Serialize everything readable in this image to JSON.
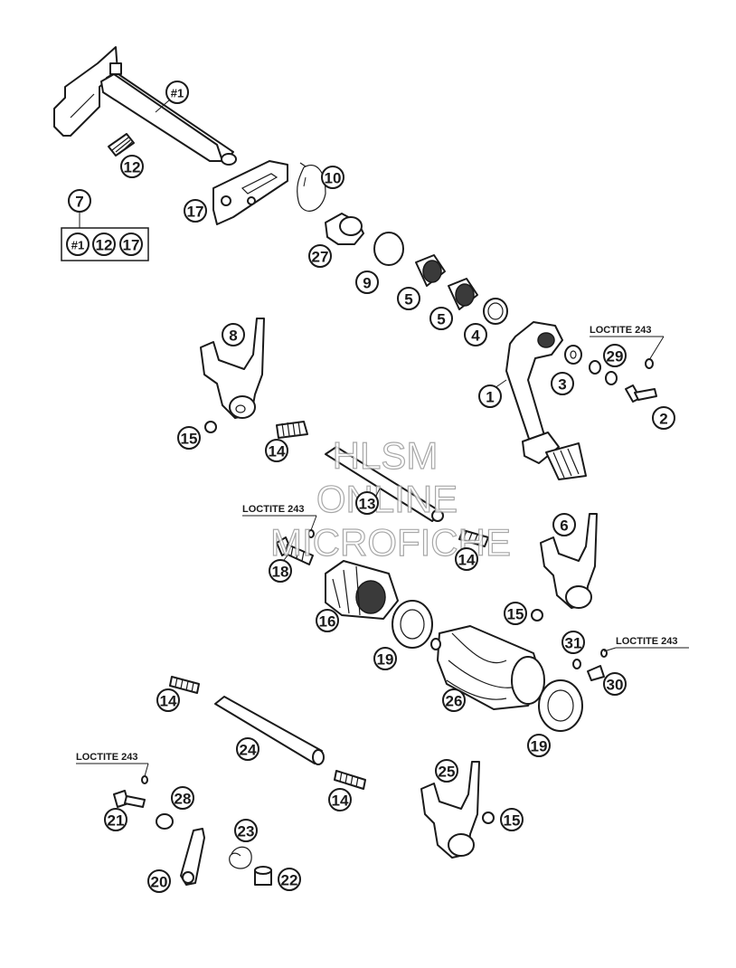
{
  "watermark": [
    "HLSM",
    "ONLINE",
    "MICROFICHE"
  ],
  "loctite_label": "LOCTITE 243",
  "colors": {
    "ink": "#1a1a1a",
    "watermark": "#9a9a9a"
  },
  "kit": {
    "number": "7",
    "contents": [
      "#1",
      "12",
      "17"
    ]
  },
  "callouts": [
    {
      "id": "c-1a",
      "label": "#1"
    },
    {
      "id": "c-12a",
      "label": "12"
    },
    {
      "id": "c-17",
      "label": "17"
    },
    {
      "id": "c-10",
      "label": "10"
    },
    {
      "id": "c-27",
      "label": "27"
    },
    {
      "id": "c-9",
      "label": "9"
    },
    {
      "id": "c-5a",
      "label": "5"
    },
    {
      "id": "c-5b",
      "label": "5"
    },
    {
      "id": "c-4",
      "label": "4"
    },
    {
      "id": "c-8",
      "label": "8"
    },
    {
      "id": "c-29",
      "label": "29"
    },
    {
      "id": "c-3",
      "label": "3"
    },
    {
      "id": "c-1",
      "label": "1"
    },
    {
      "id": "c-2",
      "label": "2"
    },
    {
      "id": "c-15a",
      "label": "15"
    },
    {
      "id": "c-14a",
      "label": "14"
    },
    {
      "id": "c-13",
      "label": "13"
    },
    {
      "id": "c-18",
      "label": "18"
    },
    {
      "id": "c-14b",
      "label": "14"
    },
    {
      "id": "c-6",
      "label": "6"
    },
    {
      "id": "c-16",
      "label": "16"
    },
    {
      "id": "c-15b",
      "label": "15"
    },
    {
      "id": "c-31",
      "label": "31"
    },
    {
      "id": "c-19a",
      "label": "19"
    },
    {
      "id": "c-30",
      "label": "30"
    },
    {
      "id": "c-26",
      "label": "26"
    },
    {
      "id": "c-14c",
      "label": "14"
    },
    {
      "id": "c-19b",
      "label": "19"
    },
    {
      "id": "c-24",
      "label": "24"
    },
    {
      "id": "c-25",
      "label": "25"
    },
    {
      "id": "c-28",
      "label": "28"
    },
    {
      "id": "c-14d",
      "label": "14"
    },
    {
      "id": "c-21",
      "label": "21"
    },
    {
      "id": "c-15c",
      "label": "15"
    },
    {
      "id": "c-23",
      "label": "23"
    },
    {
      "id": "c-20",
      "label": "20"
    },
    {
      "id": "c-22",
      "label": "22"
    }
  ]
}
